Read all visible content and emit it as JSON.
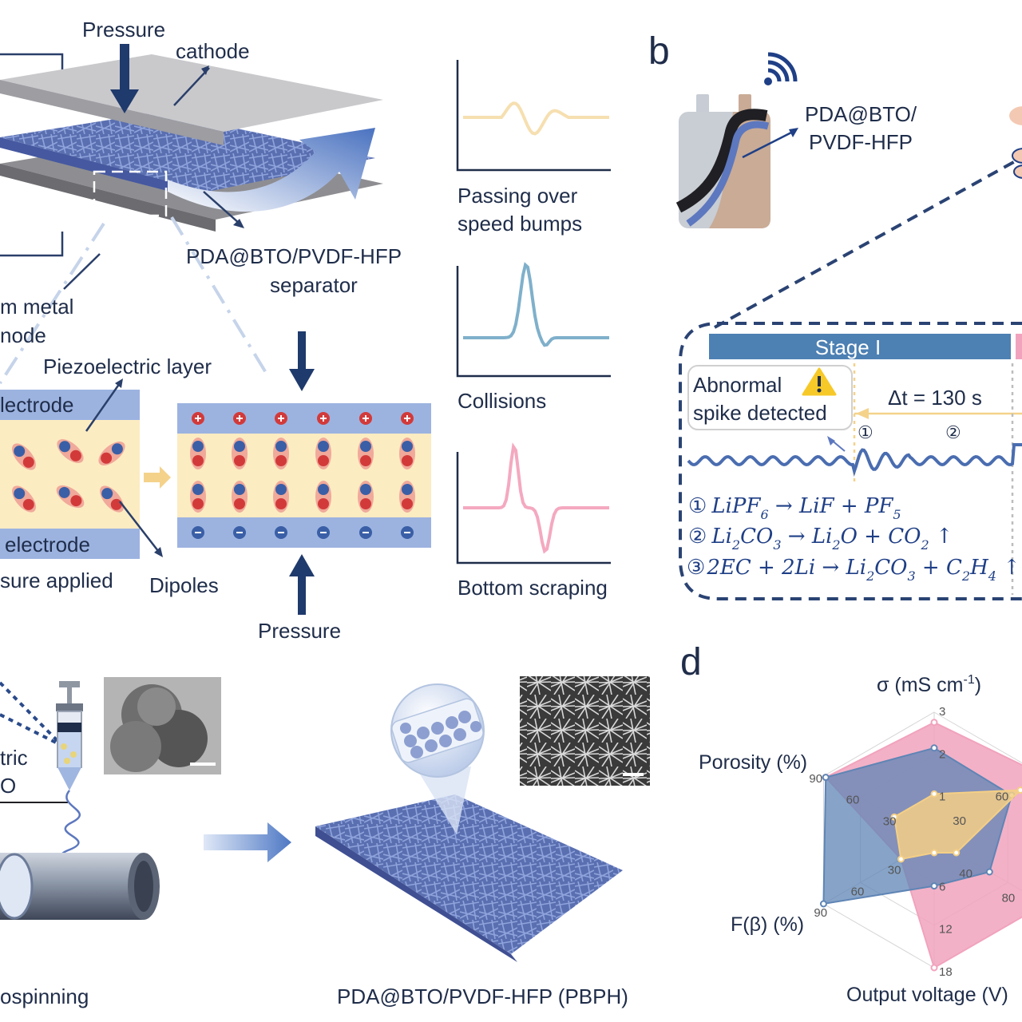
{
  "panel_a": {
    "pressure_top": "Pressure",
    "cathode": "cathode",
    "anode_line1": "m metal",
    "anode_line2": "node",
    "separator_line1": "PDA@BTO/PVDF-HFP",
    "separator_line2": "separator",
    "piezo_layer": "Piezoelectric layer",
    "electrode_top": "lectrode",
    "electrode_bottom": "electrode",
    "no_pressure": "sure applied",
    "dipoles": "Dipoles",
    "pressure_bottom": "Pressure",
    "signals": [
      {
        "line1": "Passing over",
        "line2": "speed bumps",
        "color": "#f6dfb0"
      },
      {
        "line1": "Collisions",
        "line2": "",
        "color": "#7fb0cb"
      },
      {
        "line1": "Bottom scraping",
        "line2": "",
        "color": "#f4a9c0"
      }
    ]
  },
  "panel_b": {
    "letter": "b",
    "material_line1": "PDA@BTO/",
    "material_line2": "PVDF-HFP",
    "stage": "Stage I",
    "alert_line1": "Abnormal",
    "alert_line2": "spike detected",
    "warning_icon": "warning-icon",
    "delta_t": "Δt = 130 s",
    "marker1": "①",
    "marker2": "②",
    "reactions": {
      "r1": {
        "num": "①",
        "a": "LiPF",
        "a_sub": "6",
        "b": " → LiF + PF",
        "b_sub": "5"
      },
      "r2": {
        "num": "②",
        "a": "Li",
        "a_sub": "2",
        "b": "CO",
        "b_sub": "3",
        "c": " → Li",
        "c_sub": "2",
        "d": "O + CO",
        "d_sub": "2",
        "e": " ↑"
      },
      "r3": {
        "num": "③",
        "a": "2EC + 2Li → Li",
        "a_sub": "2",
        "b": "CO",
        "b_sub": "3",
        "c": " + C",
        "c_sub": "2",
        "d": "H",
        "d_sub": "4",
        "e": " ↑"
      }
    }
  },
  "panel_c": {
    "electric_partial": "tric",
    "o_partial": "O",
    "electrospinning": "ospinning",
    "product": "PDA@BTO/PVDF-HFP (PBPH)"
  },
  "panel_d": {
    "letter": "d",
    "axes": {
      "sigma": "σ (mS cm",
      "sigma_sup": "-1",
      "sigma_close": ")",
      "porosity": "Porosity (%)",
      "fbeta": "F(β) (%)",
      "output": "Output voltage (V)"
    },
    "ticks": {
      "sigma": [
        "1",
        "2",
        "3"
      ],
      "porosity": [
        "30",
        "60",
        "90"
      ],
      "fbeta": [
        "30",
        "60",
        "90"
      ],
      "output": [
        "6",
        "12",
        "18"
      ],
      "upper_right": [
        "30",
        "60"
      ],
      "lower_right": [
        "40",
        "80"
      ]
    },
    "colors": {
      "pink": "#f1a3bd",
      "blue": "#5f85b5",
      "orange": "#f4cf86"
    }
  }
}
